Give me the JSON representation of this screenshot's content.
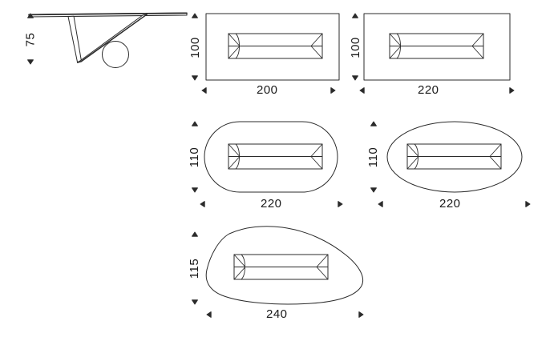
{
  "drawing": {
    "title": "Table dimension drawing",
    "units": "cm",
    "line_color": "#2b2b2b",
    "background_color": "#ffffff",
    "views": [
      {
        "id": "side-elevation",
        "name": "side-elevation-view",
        "shape": "elevation",
        "height_label": "75",
        "width_label": ""
      },
      {
        "id": "rect-200",
        "name": "rectangular-top-200",
        "shape": "rectangle",
        "width_label": "200",
        "height_label": "100"
      },
      {
        "id": "rect-220",
        "name": "rectangular-top-220",
        "shape": "rectangle",
        "width_label": "220",
        "height_label": "100"
      },
      {
        "id": "stadium-220",
        "name": "rounded-rectangular-top-220",
        "shape": "stadium",
        "width_label": "220",
        "height_label": "110"
      },
      {
        "id": "ellipse-220",
        "name": "elliptical-top-220",
        "shape": "ellipse",
        "width_label": "220",
        "height_label": "110"
      },
      {
        "id": "organic-240",
        "name": "freeform-top-240",
        "shape": "freeform",
        "width_label": "240",
        "height_label": "115"
      }
    ],
    "labels": {
      "h75": "75",
      "h100a": "100",
      "h100b": "100",
      "h110a": "110",
      "h110b": "110",
      "h115": "115",
      "w200": "200",
      "w220a": "220",
      "w220b": "220",
      "w220c": "220",
      "w240": "240"
    }
  }
}
